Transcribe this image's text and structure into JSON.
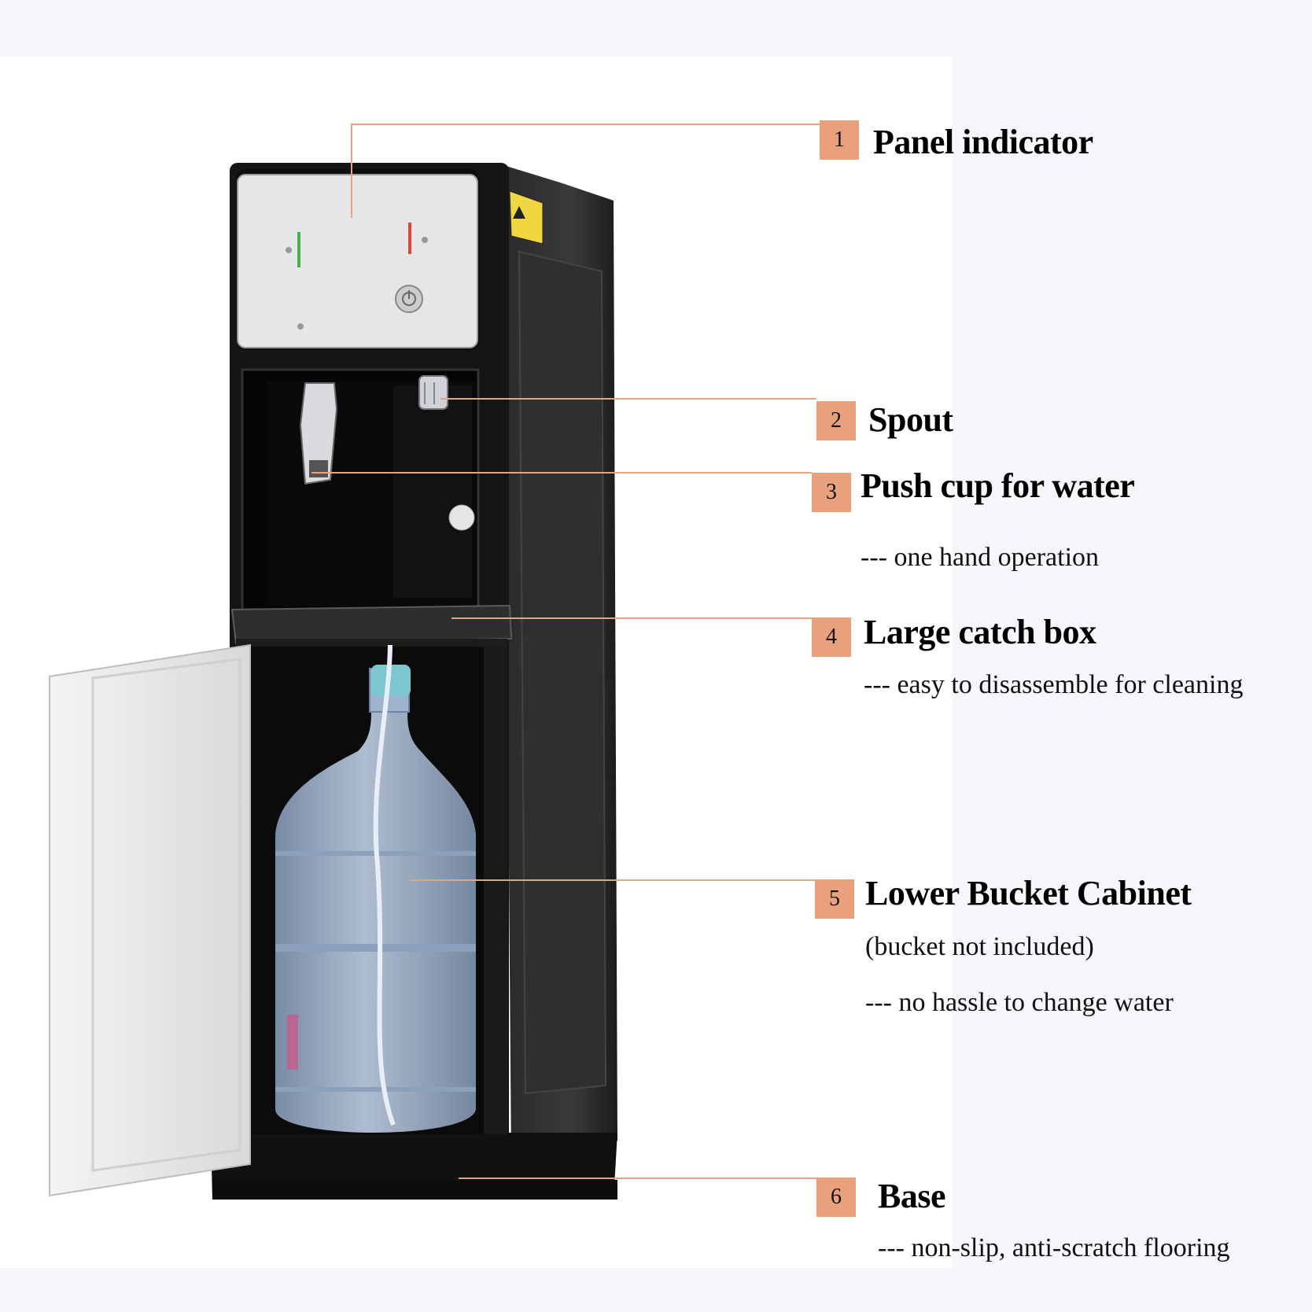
{
  "colors": {
    "accent": "#e9a07c",
    "leader_line": "#e2a582",
    "cabinet": "#1a1a1a",
    "panel": "#e8e8ea",
    "door": "#eeeeee",
    "bottle": "#9eb1c9",
    "cap": "#7cc7cf"
  },
  "callouts": [
    {
      "number": "1",
      "title": "Panel indicator",
      "notes": []
    },
    {
      "number": "2",
      "title": "Spout",
      "notes": []
    },
    {
      "number": "3",
      "title": "Push cup for water",
      "notes": [
        "--- one hand operation"
      ]
    },
    {
      "number": "4",
      "title": "Large catch box",
      "notes": [
        "--- easy to disassemble for cleaning"
      ]
    },
    {
      "number": "5",
      "title": "Lower Bucket Cabinet",
      "notes": [
        "(bucket not included)",
        "--- no hassle to change water"
      ]
    },
    {
      "number": "6",
      "title": "Base",
      "notes": [
        "--- non-slip, anti-scratch flooring"
      ]
    }
  ],
  "icons": [
    "power-icon",
    "warning-label-icon",
    "water-bottle"
  ]
}
